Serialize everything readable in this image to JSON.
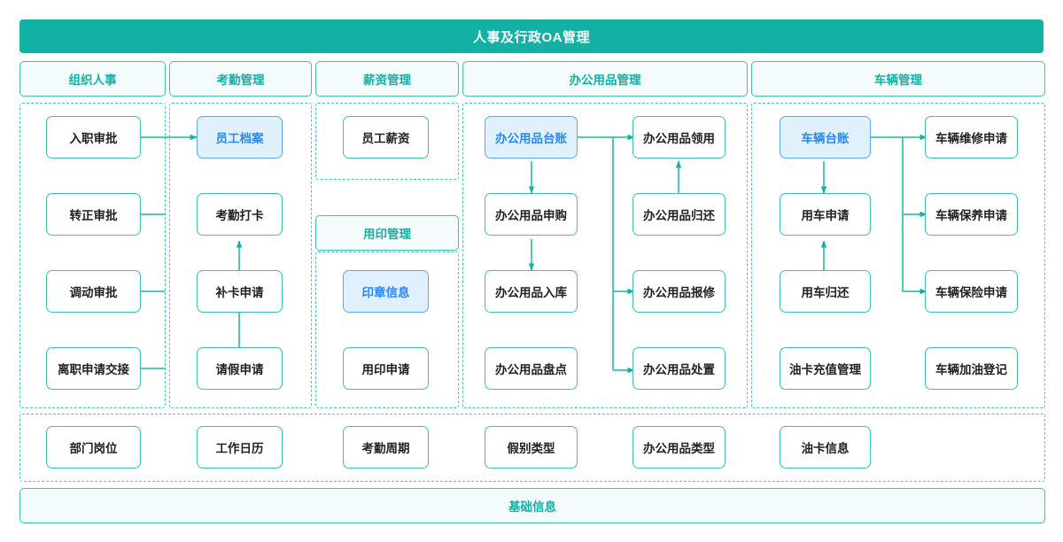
{
  "header": {
    "title": "人事及行政OA管理"
  },
  "categories": [
    {
      "label": "组织人事"
    },
    {
      "label": "考勤管理"
    },
    {
      "label": "薪资管理"
    },
    {
      "label": "办公用品管理"
    },
    {
      "label": "车辆管理"
    }
  ],
  "columns": {
    "org_hr": {
      "nodes": [
        {
          "label": "入职审批",
          "highlight": false
        },
        {
          "label": "转正审批",
          "highlight": false
        },
        {
          "label": "调动审批",
          "highlight": false
        },
        {
          "label": "离职申请交接",
          "highlight": false
        }
      ]
    },
    "attendance": {
      "nodes": [
        {
          "label": "员工档案",
          "highlight": true
        },
        {
          "label": "考勤打卡",
          "highlight": false
        },
        {
          "label": "补卡申请",
          "highlight": false
        },
        {
          "label": "请假申请",
          "highlight": false
        }
      ]
    },
    "payroll": {
      "nodes": [
        {
          "label": "员工薪资",
          "highlight": false
        }
      ],
      "sub_header": "用印管理",
      "seal_nodes": [
        {
          "label": "印章信息",
          "highlight": true
        },
        {
          "label": "用印申请",
          "highlight": false
        }
      ]
    },
    "office_supplies": {
      "left_nodes": [
        {
          "label": "办公用品台账",
          "highlight": true
        },
        {
          "label": "办公用品申购",
          "highlight": false
        },
        {
          "label": "办公用品入库",
          "highlight": false
        },
        {
          "label": "办公用品盘点",
          "highlight": false
        }
      ],
      "right_nodes": [
        {
          "label": "办公用品领用",
          "highlight": false
        },
        {
          "label": "办公用品归还",
          "highlight": false
        },
        {
          "label": "办公用品报修",
          "highlight": false
        },
        {
          "label": "办公用品处置",
          "highlight": false
        }
      ]
    },
    "vehicle": {
      "left_nodes": [
        {
          "label": "车辆台账",
          "highlight": true
        },
        {
          "label": "用车申请",
          "highlight": false
        },
        {
          "label": "用车归还",
          "highlight": false
        },
        {
          "label": "油卡充值管理",
          "highlight": false
        }
      ],
      "right_nodes": [
        {
          "label": "车辆维修申请",
          "highlight": false
        },
        {
          "label": "车辆保养申请",
          "highlight": false
        },
        {
          "label": "车辆保险申请",
          "highlight": false
        },
        {
          "label": "车辆加油登记",
          "highlight": false
        }
      ]
    }
  },
  "basics": {
    "nodes": [
      {
        "label": "部门岗位"
      },
      {
        "label": "工作日历"
      },
      {
        "label": "考勤周期"
      },
      {
        "label": "假别类型"
      },
      {
        "label": "办公用品类型"
      },
      {
        "label": "油卡信息"
      }
    ],
    "footer_label": "基础信息"
  },
  "colors": {
    "brand_teal": "#13b0a5",
    "border_teal": "#3dc1b4",
    "dashed_teal": "#4cc9bd",
    "chip_bg": "#f4fbfd",
    "highlight_bg": "#e0f0fd",
    "highlight_border": "#5aa9f5",
    "highlight_text": "#2a8af0",
    "node_text": "#222222"
  }
}
